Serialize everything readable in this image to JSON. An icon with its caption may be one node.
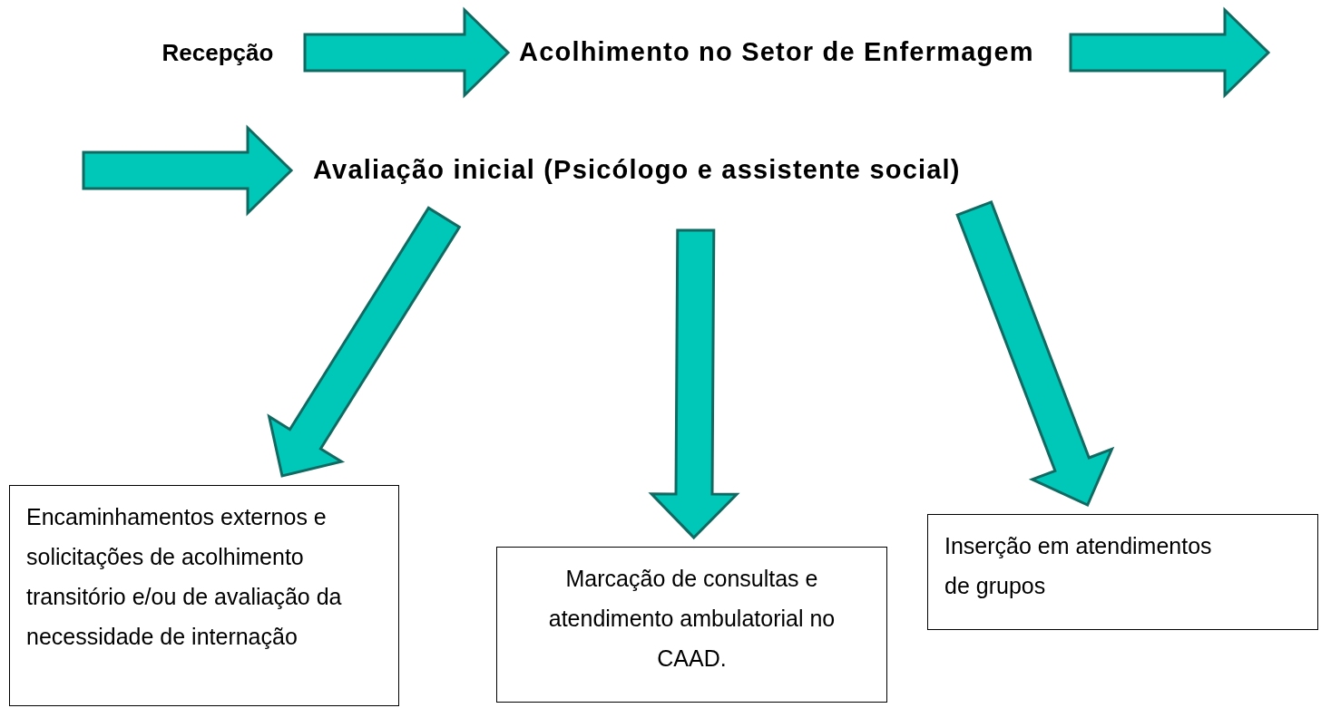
{
  "diagram": {
    "nodes": [
      {
        "text": [
          "Recepção"
        ]
      },
      {
        "text": [
          "Acolhimento no Setor de Enfermagem"
        ]
      },
      {
        "text": [
          "Avaliação inicial (Psicólogo e assistente social)"
        ]
      },
      {
        "text": [
          "Encaminhamentos externos e solicitações de acolhimento transitório e/ou de avaliação da necessidade de internação"
        ]
      },
      {
        "text": [
          "Marcação de consultas e atendimento ambulatorial no CAAD."
        ]
      },
      {
        "text": [
          "Inserção em atendimentos de grupos"
        ]
      }
    ],
    "edges": [
      {
        "from": 0,
        "to": 1,
        "arrow": "to"
      },
      {
        "from": 1,
        "to": null,
        "arrow": "to"
      },
      {
        "from": null,
        "to": 2,
        "arrow": "to"
      },
      {
        "from": 2,
        "to": 3,
        "arrow": "to"
      },
      {
        "from": 2,
        "to": 4,
        "arrow": "to"
      },
      {
        "from": 2,
        "to": 5,
        "arrow": "to"
      }
    ]
  }
}
